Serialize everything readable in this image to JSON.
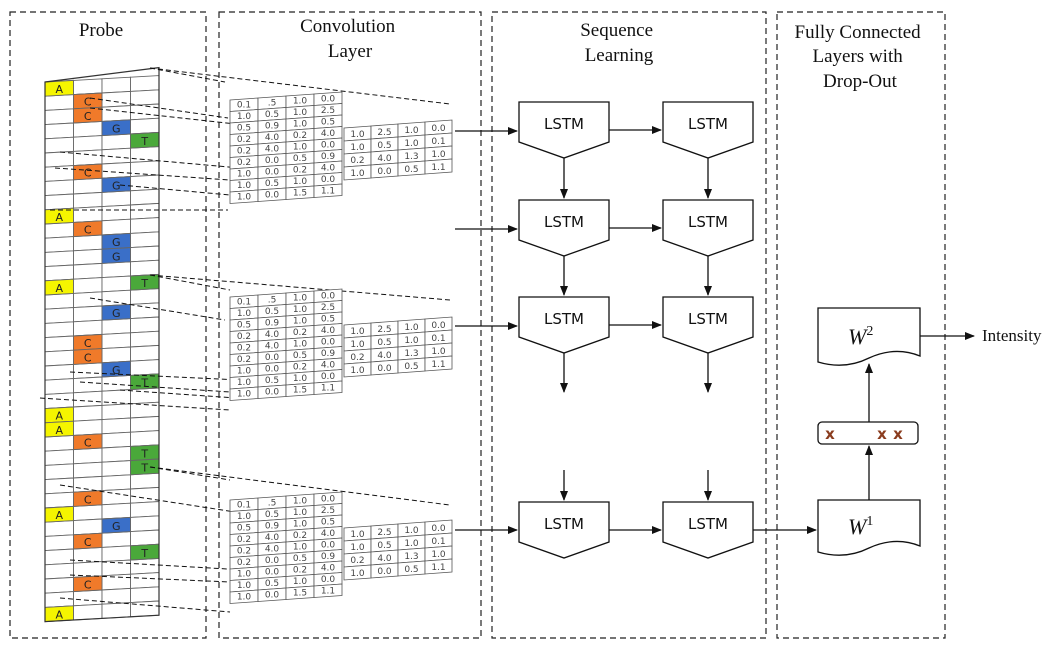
{
  "sections": {
    "probe": {
      "title_lines": [
        "Probe"
      ]
    },
    "convolution": {
      "title_lines": [
        "Convolution",
        "Layer"
      ]
    },
    "sequence": {
      "title_lines": [
        "Sequence",
        "Learning"
      ]
    },
    "fully_connected": {
      "title_lines": [
        "Fully Connected",
        "Layers with",
        "Drop-Out"
      ]
    }
  },
  "probe_bases": [
    {
      "row": 0,
      "col": 0,
      "base": "A"
    },
    {
      "row": 1,
      "col": 1,
      "base": "C"
    },
    {
      "row": 2,
      "col": 1,
      "base": "C"
    },
    {
      "row": 3,
      "col": 2,
      "base": "G"
    },
    {
      "row": 4,
      "col": 3,
      "base": "T"
    },
    {
      "row": 6,
      "col": 1,
      "base": "C"
    },
    {
      "row": 7,
      "col": 2,
      "base": "G"
    },
    {
      "row": 9,
      "col": 0,
      "base": "A"
    },
    {
      "row": 10,
      "col": 1,
      "base": "C"
    },
    {
      "row": 11,
      "col": 2,
      "base": "G"
    },
    {
      "row": 12,
      "col": 2,
      "base": "G"
    },
    {
      "row": 14,
      "col": 0,
      "base": "A"
    },
    {
      "row": 14,
      "col": 3,
      "base": "T"
    },
    {
      "row": 16,
      "col": 2,
      "base": "G"
    },
    {
      "row": 18,
      "col": 1,
      "base": "C"
    },
    {
      "row": 19,
      "col": 1,
      "base": "C"
    },
    {
      "row": 20,
      "col": 2,
      "base": "G"
    },
    {
      "row": 21,
      "col": 3,
      "base": "T"
    },
    {
      "row": 23,
      "col": 0,
      "base": "A"
    },
    {
      "row": 24,
      "col": 0,
      "base": "A"
    },
    {
      "row": 25,
      "col": 1,
      "base": "C"
    },
    {
      "row": 26,
      "col": 3,
      "base": "T"
    },
    {
      "row": 27,
      "col": 3,
      "base": "T"
    },
    {
      "row": 29,
      "col": 1,
      "base": "C"
    },
    {
      "row": 30,
      "col": 0,
      "base": "A"
    },
    {
      "row": 31,
      "col": 2,
      "base": "G"
    },
    {
      "row": 32,
      "col": 1,
      "base": "C"
    },
    {
      "row": 33,
      "col": 3,
      "base": "T"
    },
    {
      "row": 35,
      "col": 1,
      "base": "C"
    },
    {
      "row": 37,
      "col": 0,
      "base": "A"
    }
  ],
  "base_colors": {
    "A": "#f5f500",
    "C": "#f07a2a",
    "G": "#3a6fc8",
    "T": "#4aa83a"
  },
  "feature_maps": {
    "map1": [
      [
        "0.1",
        ".5",
        "1.0",
        "0.0"
      ],
      [
        "1.0",
        "0.5",
        "1.0",
        "2.5"
      ],
      [
        "0.5",
        "0.9",
        "1.0",
        "0.5"
      ],
      [
        "0.2",
        "4.0",
        "0.2",
        "4.0"
      ],
      [
        "0.2",
        "4.0",
        "1.0",
        "0.0"
      ],
      [
        "0.2",
        "0.0",
        "0.5",
        "0.9"
      ],
      [
        "1.0",
        "0.0",
        "0.2",
        "4.0"
      ],
      [
        "1.0",
        "0.5",
        "1.0",
        "0.0"
      ],
      [
        "1.0",
        "0.0",
        "1.5",
        "1.1"
      ]
    ],
    "map2": [
      [
        "1.0",
        "2.5",
        "1.0",
        "0.0"
      ],
      [
        "1.0",
        "0.5",
        "1.0",
        "0.1"
      ],
      [
        "0.2",
        "4.0",
        "1.3",
        "1.0"
      ],
      [
        "1.0",
        "0.0",
        "0.5",
        "1.1"
      ]
    ]
  },
  "lstm": {
    "label": "LSTM"
  },
  "weights": {
    "w1": {
      "base": "W",
      "sup": "1"
    },
    "w2": {
      "base": "W",
      "sup": "2"
    }
  },
  "dropout": {
    "marker": "x"
  },
  "output": {
    "label": "Intensity"
  },
  "colors": {
    "line": "#111111",
    "grid": "#555555",
    "dropout_marker": "#8a3c1e"
  }
}
